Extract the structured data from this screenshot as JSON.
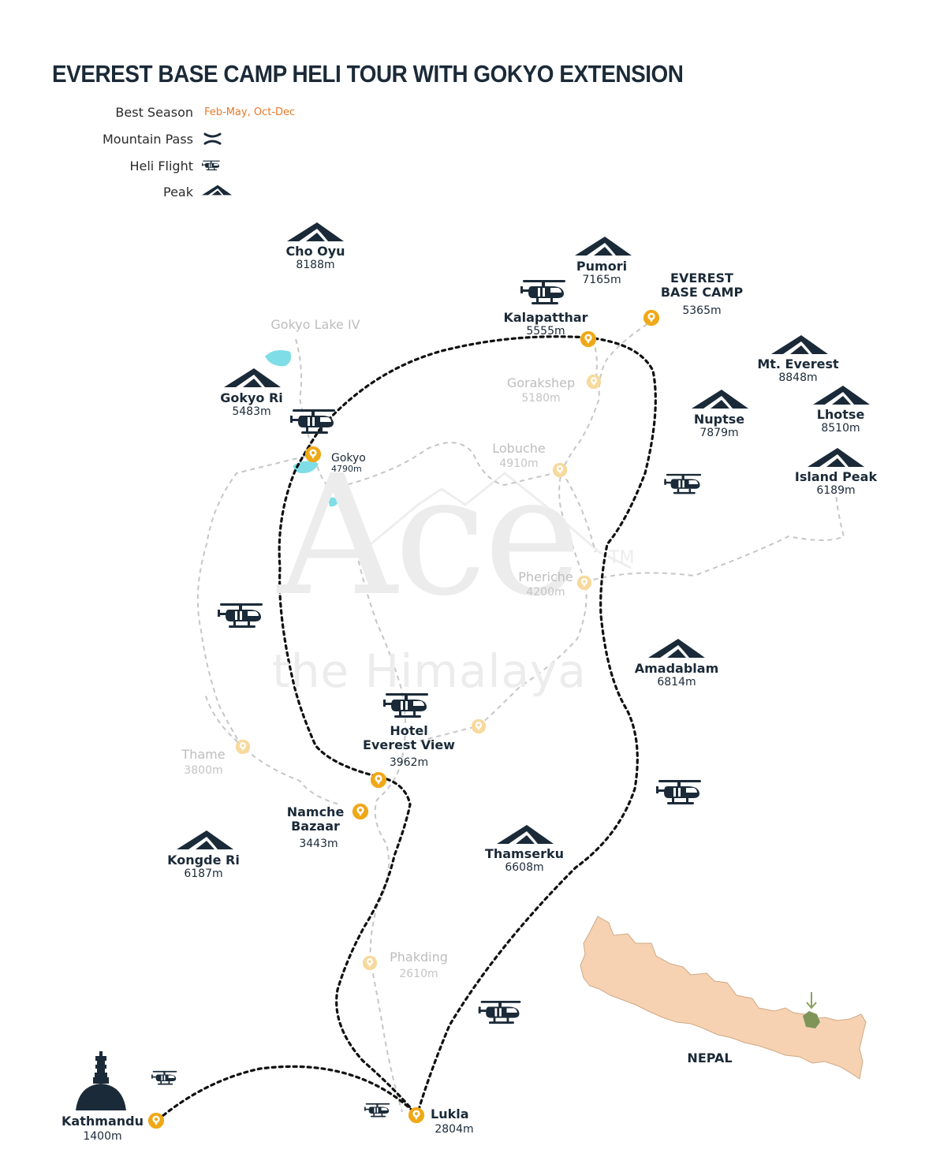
{
  "title": "EVEREST BASE CAMP HELI TOUR WITH GOKYO EXTENSION",
  "legend": {
    "best_season_label": "Best Season",
    "best_season_value": "Feb-May, Oct-Dec",
    "mountain_pass_label": "Mountain Pass",
    "heli_flight_label": "Heli Flight",
    "peak_label": "Peak"
  },
  "colors": {
    "accent": "#f0a818",
    "dark": "#1b2a38",
    "faded_marker": "#f7d99c",
    "route_grey": "#c6c6c6",
    "nepal_fill": "#f6d2b2",
    "season": "#e8782b",
    "region_green": "#7f9558"
  },
  "peaks": [
    {
      "name": "Cho Oyu",
      "alt": "8188m"
    },
    {
      "name": "Pumori",
      "alt": "7165m"
    },
    {
      "name": "Mt. Everest",
      "alt": "8848m"
    },
    {
      "name": "Lhotse",
      "alt": "8510m"
    },
    {
      "name": "Nuptse",
      "alt": "7879m"
    },
    {
      "name": "Island Peak",
      "alt": "6189m"
    },
    {
      "name": "Gokyo Ri",
      "alt": "5483m"
    },
    {
      "name": "Amadablam",
      "alt": "6814m"
    },
    {
      "name": "Thamserku",
      "alt": "6608m"
    },
    {
      "name": "Kongde Ri",
      "alt": "6187m"
    }
  ],
  "stops": [
    {
      "name": "EVEREST",
      "name2": "BASE CAMP",
      "alt": "5365m"
    },
    {
      "name": "Kalapatthar",
      "alt": "5555m"
    },
    {
      "name": "Gokyo",
      "alt": "4790m"
    },
    {
      "name": "Hotel",
      "name2": "Everest View",
      "alt": "3962m"
    },
    {
      "name": "Namche",
      "name2": "Bazaar",
      "alt": "3443m"
    },
    {
      "name": "Lukla",
      "alt": "2804m"
    },
    {
      "name": "Kathmandu",
      "alt": "1400m"
    }
  ],
  "faded_stops": [
    {
      "name": "Gokyo Lake IV"
    },
    {
      "name": "Gorakshep",
      "alt": "5180m"
    },
    {
      "name": "Lobuche",
      "alt": "4910m"
    },
    {
      "name": "Pheriche",
      "alt": "4200m"
    },
    {
      "name": "Thame",
      "alt": "3800m"
    },
    {
      "name": "Phakding",
      "alt": "2610m"
    }
  ],
  "country": "NEPAL",
  "watermark": {
    "brand": "Ace",
    "tagline": "the Himalaya",
    "tm": "TM"
  },
  "icons": {
    "heli": "helicopter-icon",
    "peak": "mountain-peak-icon",
    "pass": "mountain-pass-icon",
    "marker": "location-pin-icon",
    "stupa": "stupa-icon",
    "arrow": "down-arrow-icon"
  }
}
